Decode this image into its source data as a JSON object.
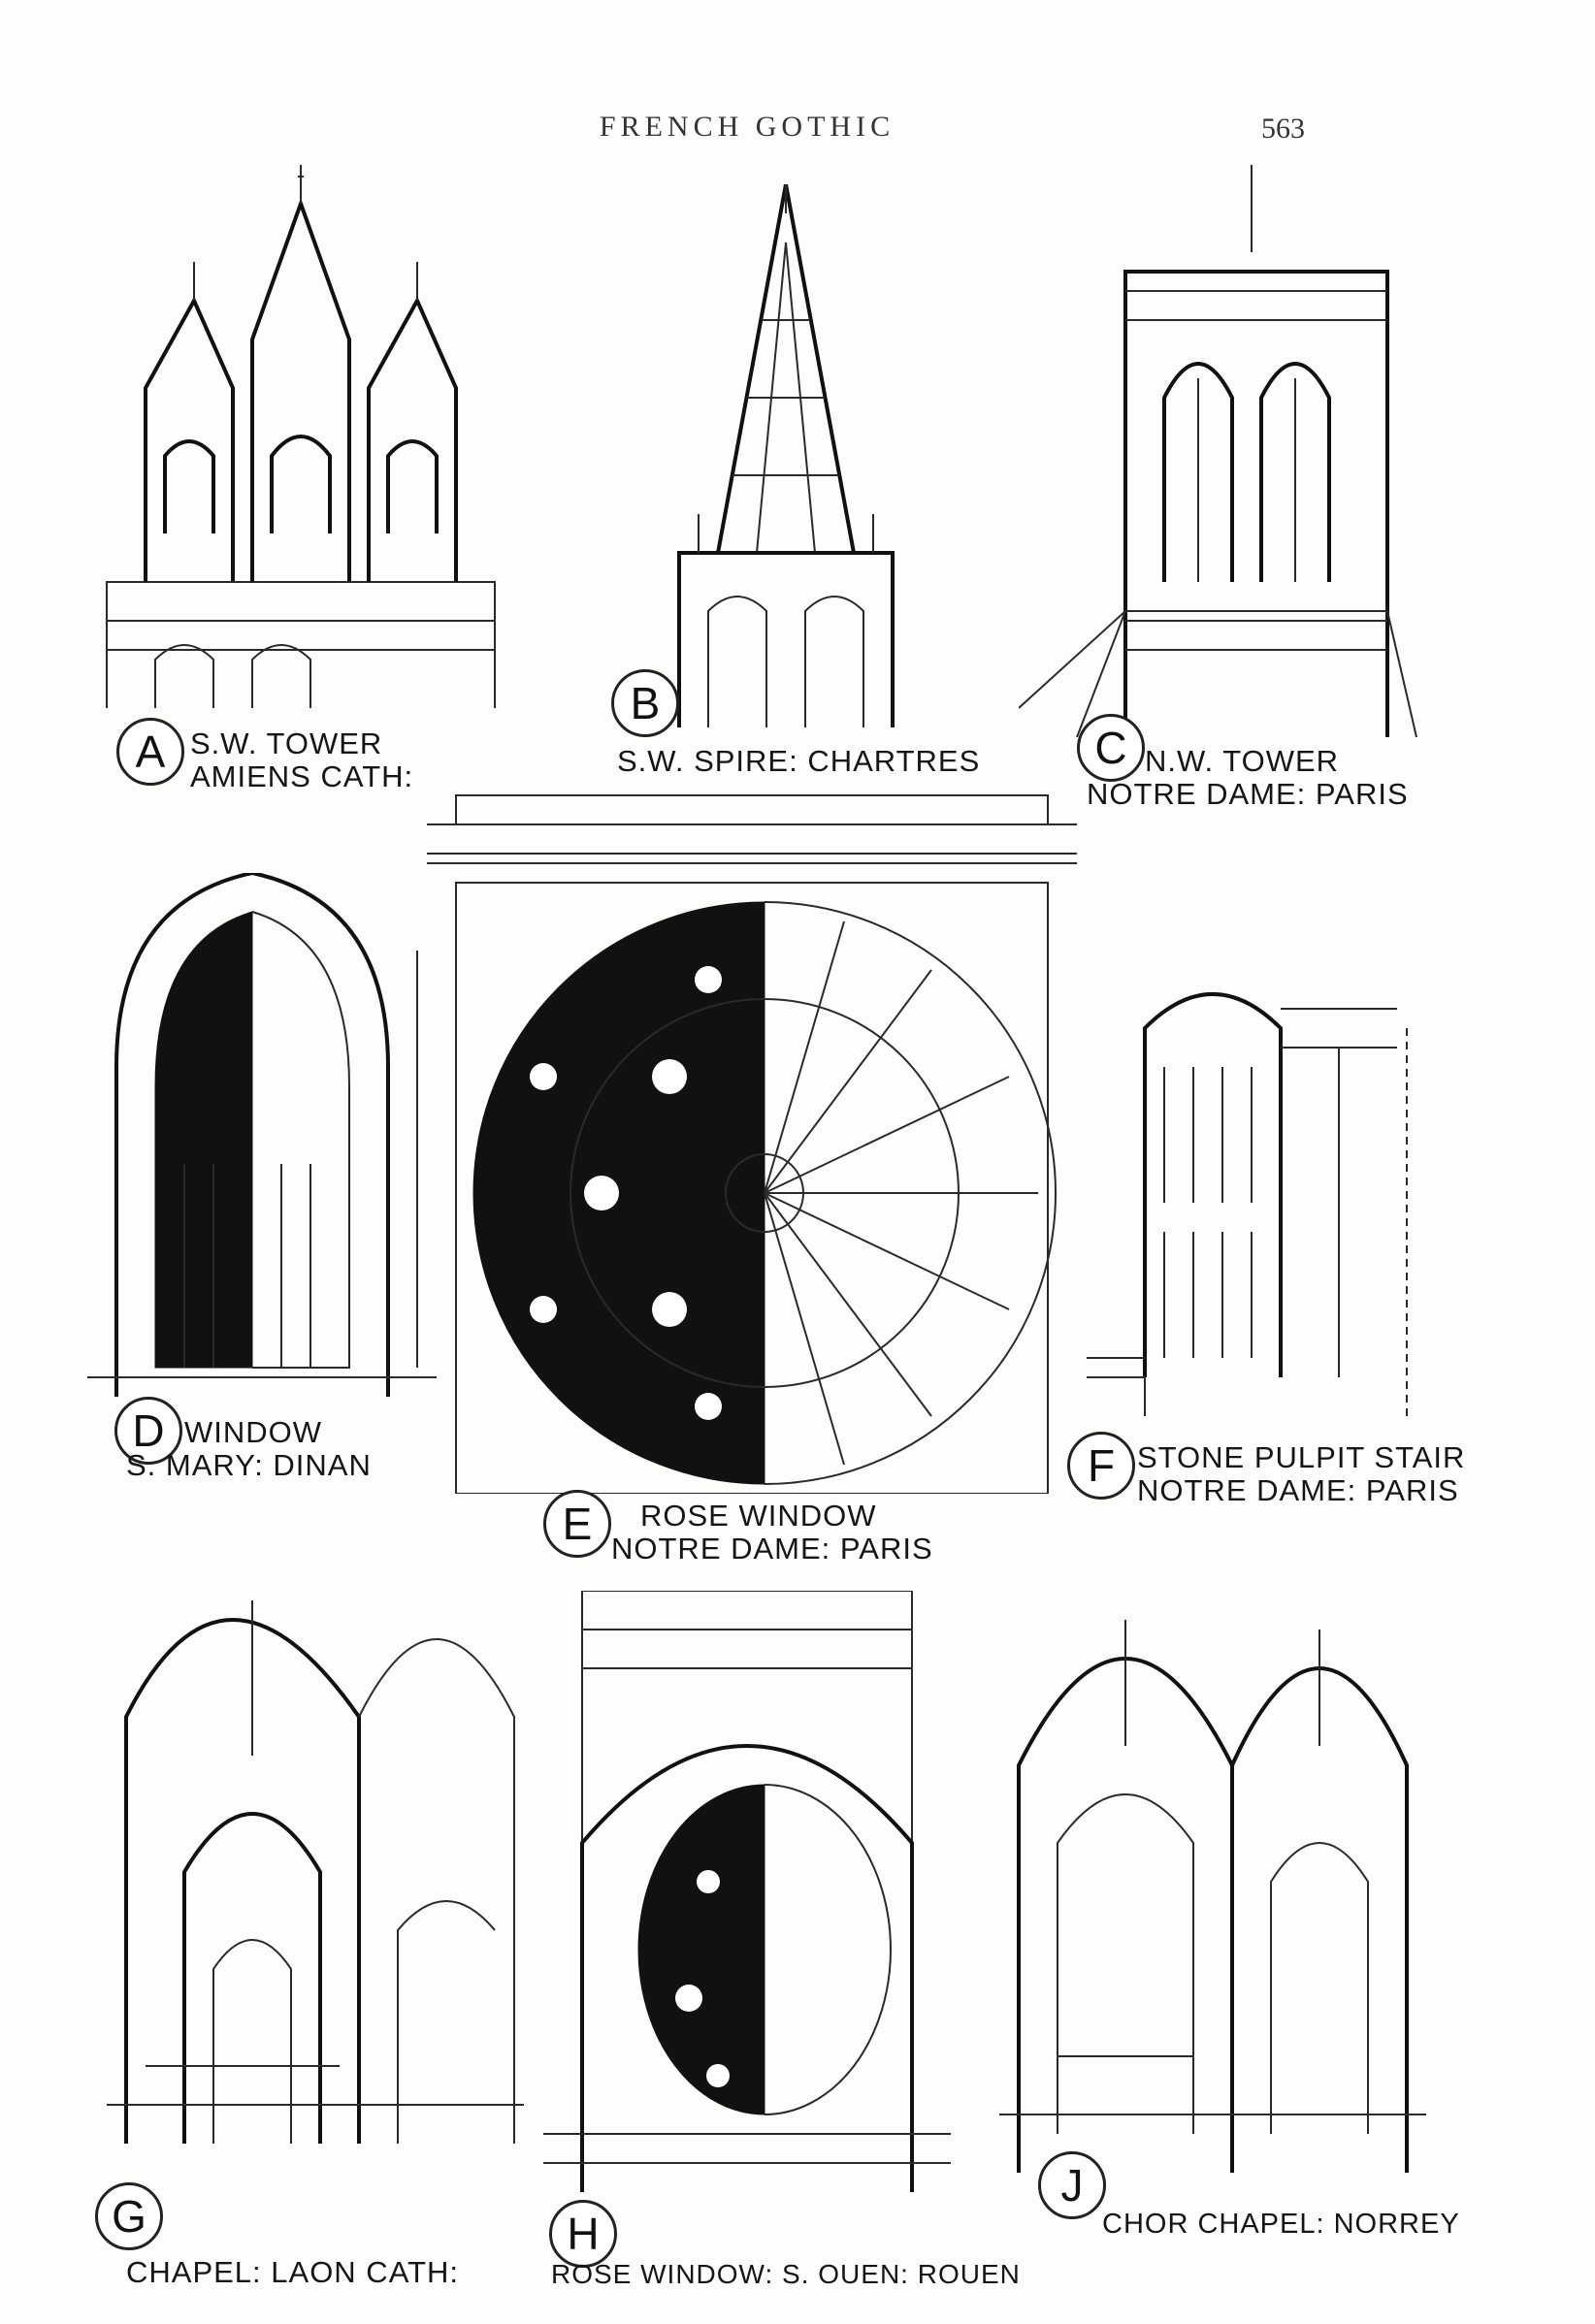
{
  "header": {
    "title": "FRENCH GOTHIC",
    "page_number": "563"
  },
  "plates": {
    "A": {
      "letter": "A",
      "line1": "S.W. TOWER",
      "line2": "AMIENS CATH:"
    },
    "B": {
      "letter": "B",
      "line1": "S.W. SPIRE: CHARTRES"
    },
    "C": {
      "letter": "C",
      "line1": "N.W. TOWER",
      "line2": "NOTRE DAME: PARIS"
    },
    "D": {
      "letter": "D",
      "line1": "WINDOW",
      "line2": "S. MARY: DINAN"
    },
    "E": {
      "letter": "E",
      "line1": "ROSE WINDOW",
      "line2": "NOTRE DAME: PARIS"
    },
    "F": {
      "letter": "F",
      "line1": "STONE PULPIT STAIR",
      "line2": "NOTRE DAME: PARIS"
    },
    "G": {
      "letter": "G",
      "line1": "CHAPEL: LAON CATH:"
    },
    "H": {
      "letter": "H",
      "line1": "ROSE WINDOW: S. OUEN: ROUEN"
    },
    "J": {
      "letter": "J",
      "line1": "CHOR CHAPEL: NORREY"
    }
  },
  "colors": {
    "ink": "#111111",
    "paper": "#fdfdfc"
  }
}
